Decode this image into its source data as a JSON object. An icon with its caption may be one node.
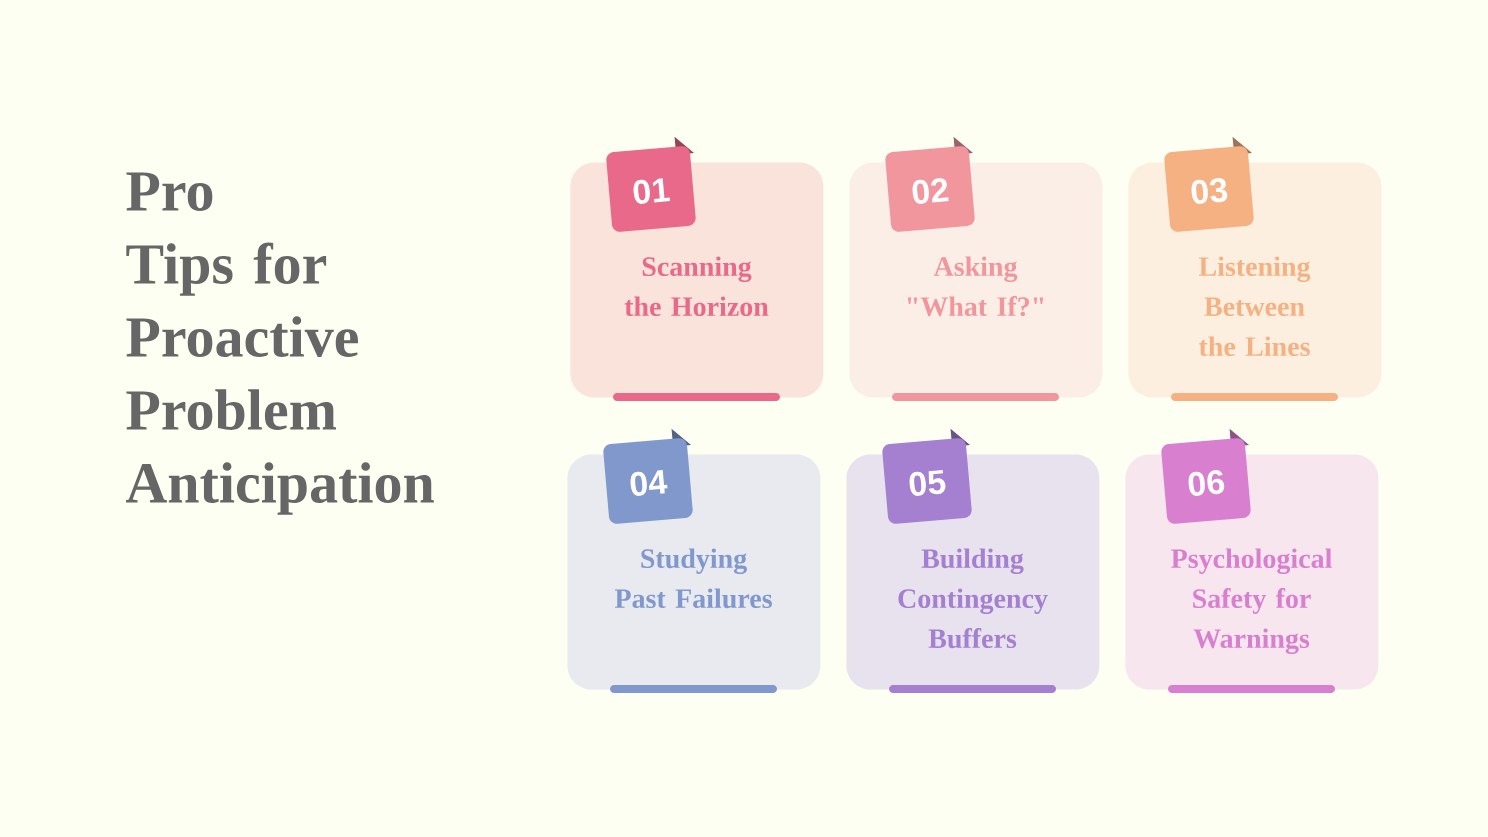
{
  "diagram": {
    "title": "Pro Tips for Proactive Problem Anticipation",
    "nodes": [
      {
        "text": [
          "01",
          "Scanning the Horizon"
        ]
      },
      {
        "text": [
          "02",
          "Asking \"What If?\""
        ]
      },
      {
        "text": [
          "03",
          "Listening Between the Lines"
        ]
      },
      {
        "text": [
          "04",
          "Studying Past Failures"
        ]
      },
      {
        "text": [
          "05",
          "Building Contingency Buffers"
        ]
      },
      {
        "text": [
          "06",
          "Psychological Safety for Warnings"
        ]
      }
    ]
  }
}
